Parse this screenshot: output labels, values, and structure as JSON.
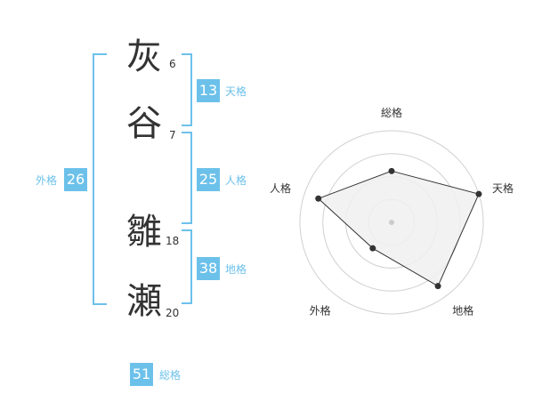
{
  "name": {
    "chars": [
      "灰",
      "谷",
      "雛",
      "瀬"
    ],
    "strokes": [
      "6",
      "7",
      "18",
      "20"
    ]
  },
  "scores": {
    "tenkaku": {
      "value": "13",
      "label": "天格"
    },
    "jinkaku": {
      "value": "25",
      "label": "人格"
    },
    "chikaku": {
      "value": "38",
      "label": "地格"
    },
    "gaikaku": {
      "value": "26",
      "label": "外格"
    },
    "soukaku": {
      "value": "51",
      "label": "総格"
    }
  },
  "chart_data": {
    "type": "radar",
    "axes": [
      "総格",
      "天格",
      "地格",
      "外格",
      "人格"
    ],
    "values": [
      0.56,
      1.0,
      0.86,
      0.35,
      0.84
    ],
    "scale": {
      "min": 0,
      "max": 1,
      "rings": 4
    },
    "colors": {
      "fill": "#f0f0f0",
      "line": "#333333",
      "grid": "#d0d0d0",
      "point": "#333333"
    }
  },
  "colors": {
    "accent": "#6cc1ea"
  }
}
